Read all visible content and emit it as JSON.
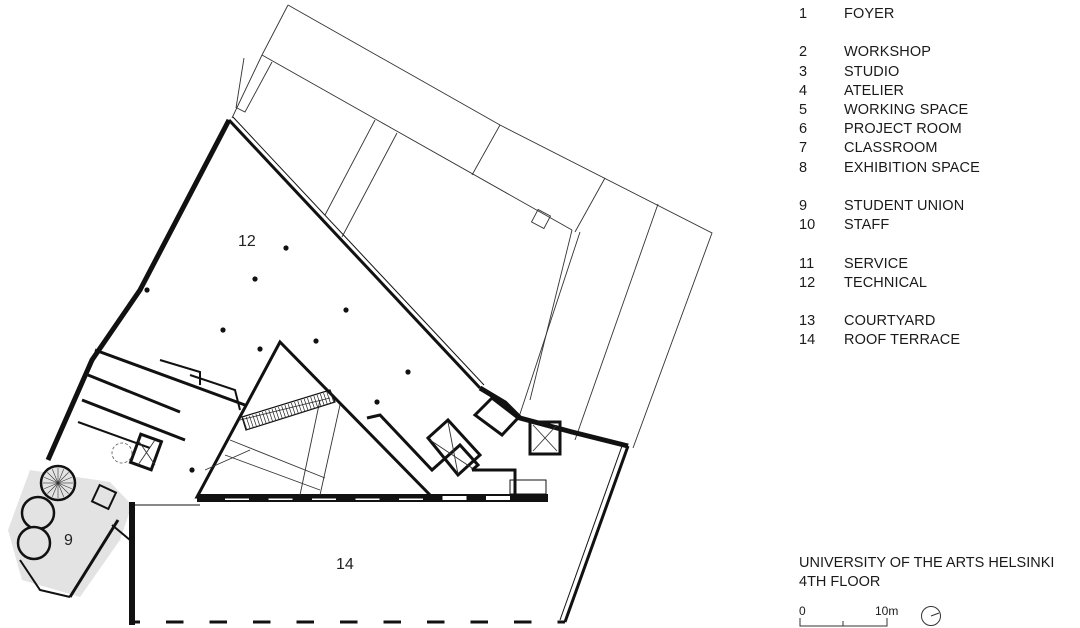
{
  "legend": [
    {
      "num": "1",
      "label": "FOYER"
    },
    {
      "num": "2",
      "label": "WORKSHOP"
    },
    {
      "num": "3",
      "label": "STUDIO"
    },
    {
      "num": "4",
      "label": "ATELIER"
    },
    {
      "num": "5",
      "label": "WORKING SPACE"
    },
    {
      "num": "6",
      "label": "PROJECT ROOM"
    },
    {
      "num": "7",
      "label": "CLASSROOM"
    },
    {
      "num": "8",
      "label": "EXHIBITION SPACE"
    },
    {
      "num": "9",
      "label": "STUDENT UNION"
    },
    {
      "num": "10",
      "label": "STAFF"
    },
    {
      "num": "11",
      "label": "SERVICE"
    },
    {
      "num": "12",
      "label": "TECHNICAL"
    },
    {
      "num": "13",
      "label": "COURTYARD"
    },
    {
      "num": "14",
      "label": "ROOF TERRACE"
    }
  ],
  "plan_labels": {
    "room_12": "12",
    "room_9": "9",
    "room_14": "14"
  },
  "title": {
    "line1": "UNIVERSITY OF THE ARTS HELSINKI",
    "line2": "4TH FLOOR"
  },
  "scale": {
    "start_label": "0",
    "end_label": "10m"
  },
  "icons": {
    "north_arrow": "north-arrow-icon"
  }
}
